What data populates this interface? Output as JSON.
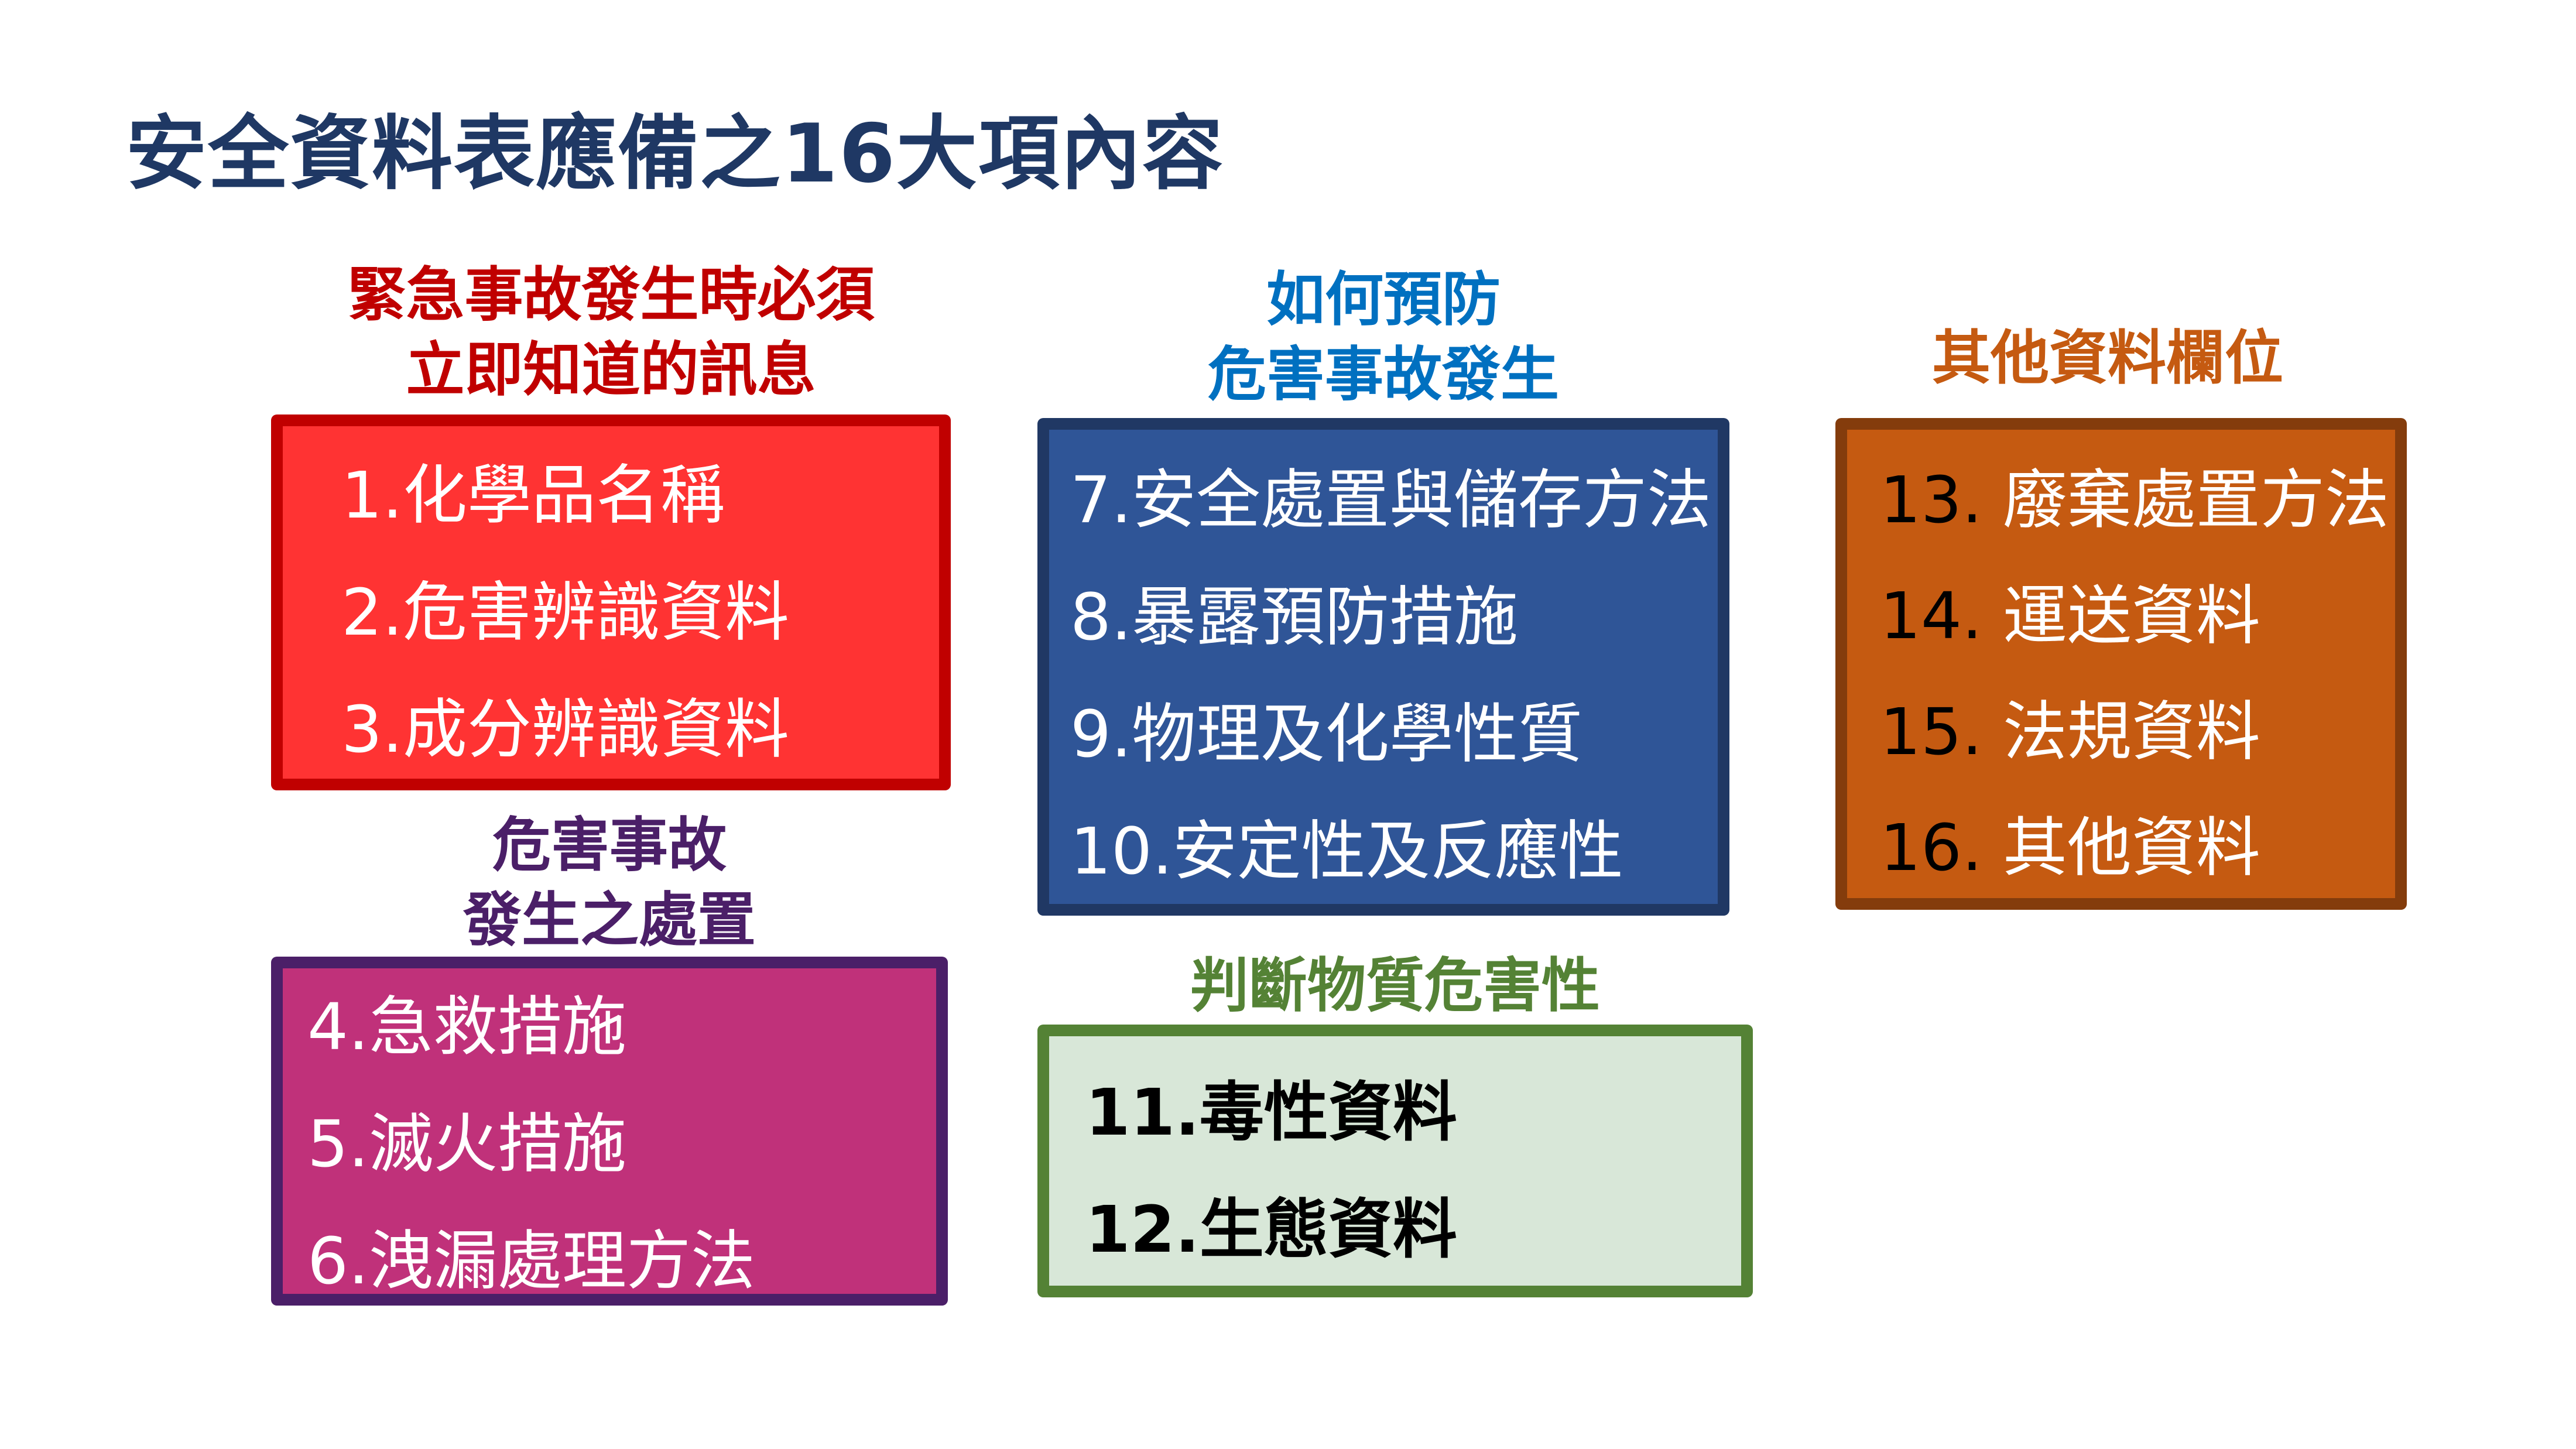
{
  "title": "安全資料表應備之16大項內容",
  "colors": {
    "title": "#1f3864",
    "red_heading": "#c00000",
    "red_fill": "#ff3333",
    "red_border": "#c00000",
    "purple_heading": "#4b1f68",
    "purple_fill": "#c0317a",
    "purple_border": "#4b1f68",
    "blue_heading": "#0070c0",
    "blue_fill": "#2f5597",
    "blue_border": "#203864",
    "green_heading": "#548235",
    "green_fill": "#d8e7d8",
    "green_border": "#548235",
    "orange_heading": "#c55a11",
    "orange_fill": "#c55a11",
    "orange_border": "#843c0c"
  },
  "groups": {
    "emergency": {
      "heading_line1": "緊急事故發生時必須",
      "heading_line2": "立即知道的訊息",
      "items": [
        "1.化學品名稱",
        "2.危害辨識資料",
        "3.成分辨識資料"
      ]
    },
    "response": {
      "heading_line1": "危害事故",
      "heading_line2": "發生之處置",
      "items": [
        "4.急救措施",
        "5.滅火措施",
        "6.洩漏處理方法"
      ]
    },
    "prevention": {
      "heading_line1": "如何預防",
      "heading_line2": "危害事故發生",
      "items": [
        "7.安全處置與儲存方法",
        "8.暴露預防措施",
        "9.物理及化學性質",
        "10.安定性及反應性"
      ]
    },
    "hazard": {
      "heading": "判斷物質危害性",
      "items": [
        "11.毒性資料",
        "12.生態資料"
      ]
    },
    "other": {
      "heading": "其他資料欄位",
      "items": [
        {
          "num": "13.",
          "text": "廢棄處置方法"
        },
        {
          "num": "14.",
          "text": "運送資料"
        },
        {
          "num": "15.",
          "text": "法規資料"
        },
        {
          "num": "16.",
          "text": "其他資料"
        }
      ]
    }
  }
}
